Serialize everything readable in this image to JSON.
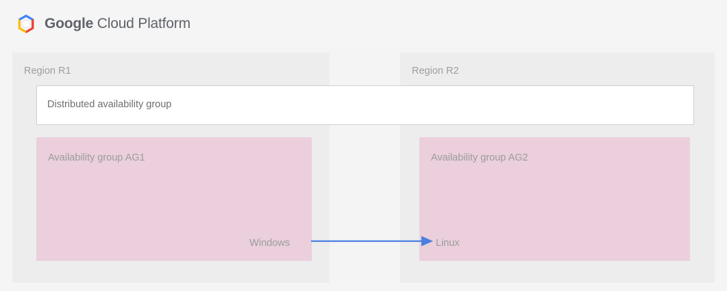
{
  "header": {
    "logo_icon": "gcp-hexagon-logo",
    "brand_strong": "Google",
    "brand_light": "Cloud Platform"
  },
  "diagram": {
    "type": "architecture-diagram",
    "colors": {
      "page_background": "#f5f5f5",
      "canvas_background": "#f4f4f4",
      "region_panel": "#ededed",
      "availability_group": "#ebcfdc",
      "dag_box": "#ffffff",
      "dag_border": "#cfcfcf",
      "arrow": "#4a7fe0",
      "label_text": "#9b9b9b"
    },
    "regions": [
      {
        "id": "r1",
        "label": "Region R1",
        "availability_group": {
          "label": "Availability group AG1",
          "os": "Windows"
        }
      },
      {
        "id": "r2",
        "label": "Region R2",
        "availability_group": {
          "label": "Availability group AG2",
          "os": "Linux"
        }
      }
    ],
    "distributed_group": {
      "label": "Distributed availability group"
    },
    "connector": {
      "icon": "right-arrow-icon",
      "from": "Availability group AG1",
      "to": "Availability group AG2",
      "direction": "left-to-right"
    }
  }
}
